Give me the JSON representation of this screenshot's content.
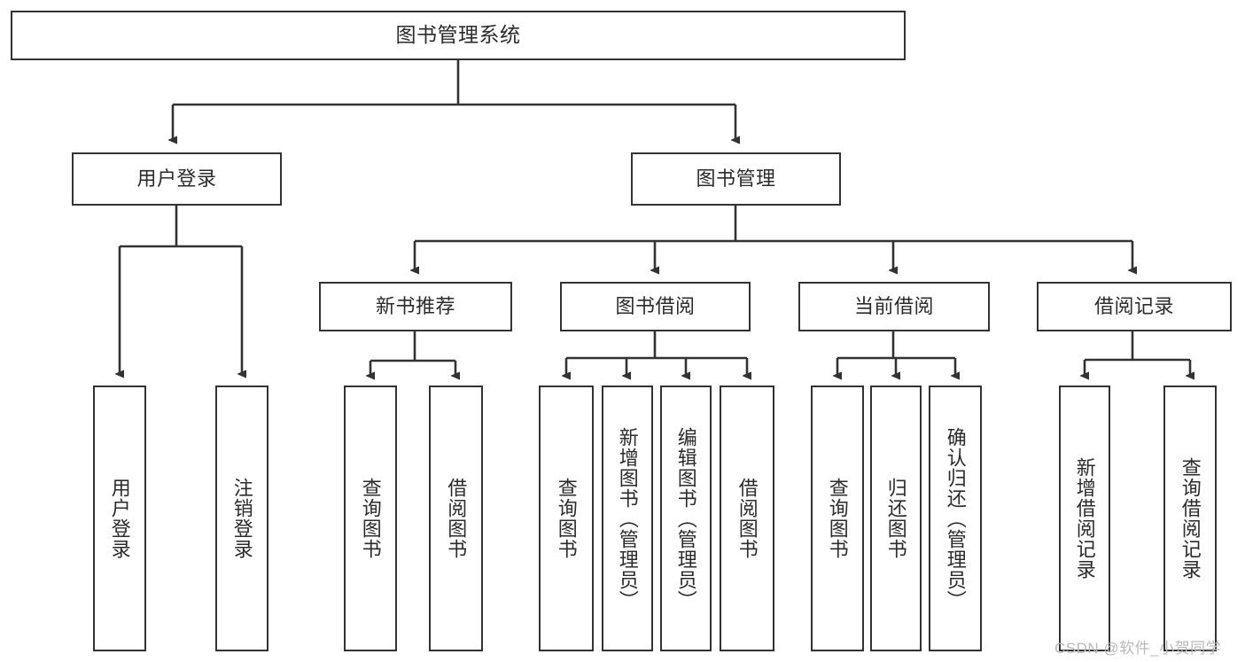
{
  "diagram": {
    "title_node": {
      "label": "图书管理系统"
    },
    "level2": [
      {
        "label": "用户登录"
      },
      {
        "label": "图书管理"
      }
    ],
    "level3": [
      {
        "label": "新书推荐"
      },
      {
        "label": "图书借阅"
      },
      {
        "label": "当前借阅"
      },
      {
        "label": "借阅记录"
      }
    ],
    "leaves": {
      "user_login": [
        {
          "label": "用户登录"
        },
        {
          "label": "注销登录"
        }
      ],
      "new_book_recommend": [
        {
          "label": "查询图书"
        },
        {
          "label": "借阅图书"
        }
      ],
      "book_borrow": [
        {
          "label": "查询图书"
        },
        {
          "label": "新增图书（管理员）"
        },
        {
          "label": "编辑图书（管理员）"
        },
        {
          "label": "借阅图书"
        }
      ],
      "current_borrow": [
        {
          "label": "查询图书"
        },
        {
          "label": "归还图书"
        },
        {
          "label": "确认归还（管理员）"
        }
      ],
      "borrow_records": [
        {
          "label": "新增借阅记录"
        },
        {
          "label": "查询借阅记录"
        }
      ]
    }
  },
  "watermark": {
    "text": "CSDN @软件_小贺同学"
  },
  "colors": {
    "border": "#333333",
    "text": "#2b2b2b",
    "background": "#ffffff",
    "watermark": "#b9b9b9"
  }
}
